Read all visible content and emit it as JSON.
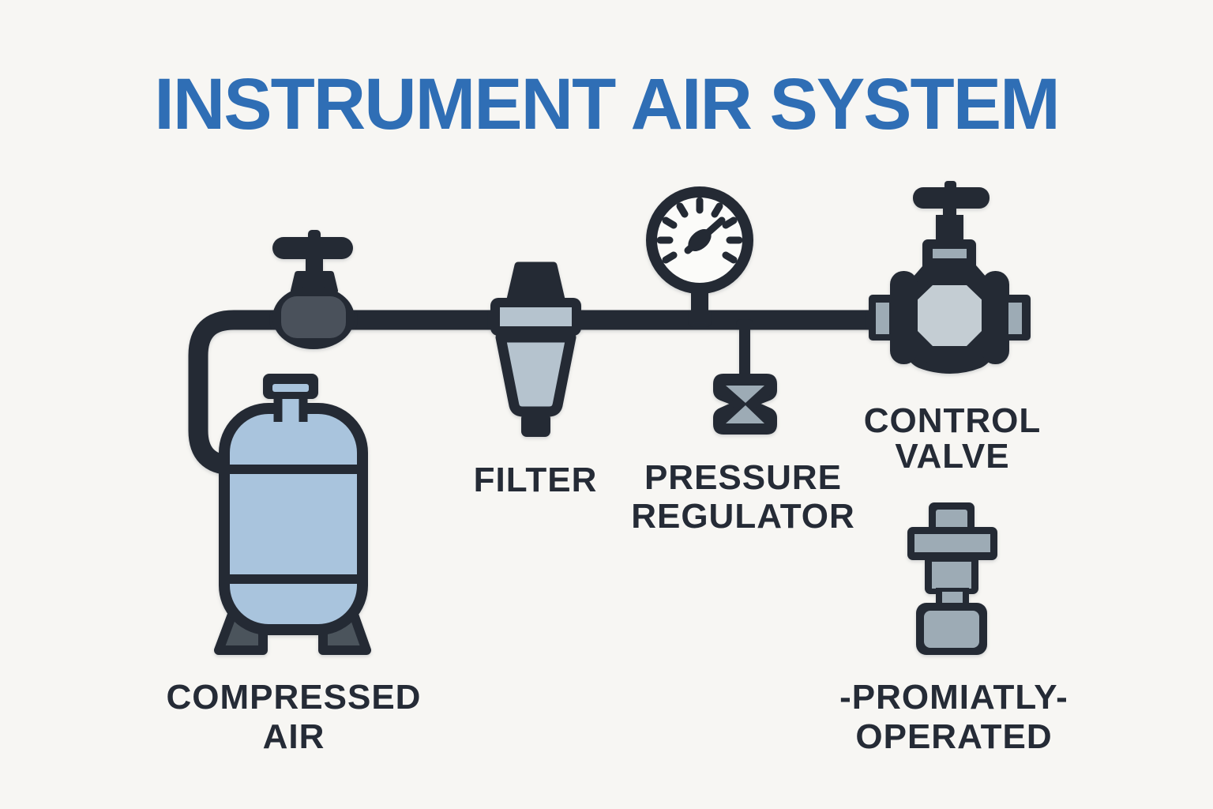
{
  "title": "INSTRUMENT AIR SYSTEM",
  "colors": {
    "background": "#f7f6f3",
    "outline_dark": "#242a34",
    "title_blue": "#2f6eb5",
    "label_dark": "#252b36",
    "tank_blue": "#a9c4dd",
    "filter_gray": "#b5c3ce",
    "metal_gray": "#9dabb5",
    "valve_center_light": "#c4cdd3",
    "valve_inner_dark": "#4a515b",
    "feet_gray": "#4b545c",
    "gauge_face": "#fbfbf9"
  },
  "components": {
    "compressed_air": {
      "icon": "air-tank-icon",
      "label_line1": "COMPRESSED",
      "label_line2": "AIR"
    },
    "shutoff_valve": {
      "icon": "shutoff-valve-icon"
    },
    "filter": {
      "icon": "filter-icon",
      "label": "FILTER"
    },
    "pressure_regulator": {
      "icon": "pressure-gauge-icon",
      "label_line1": "PRESSURE",
      "label_line2": "REGULATOR"
    },
    "control_valve": {
      "icon": "control-valve-icon",
      "label_line1": "CONTROL",
      "label_line2": "VALVE"
    },
    "pneumatic_actuator": {
      "icon": "pneumatic-actuator-icon",
      "label_line1": "-PROMIATLY-",
      "label_line2": "OPERATED"
    }
  }
}
